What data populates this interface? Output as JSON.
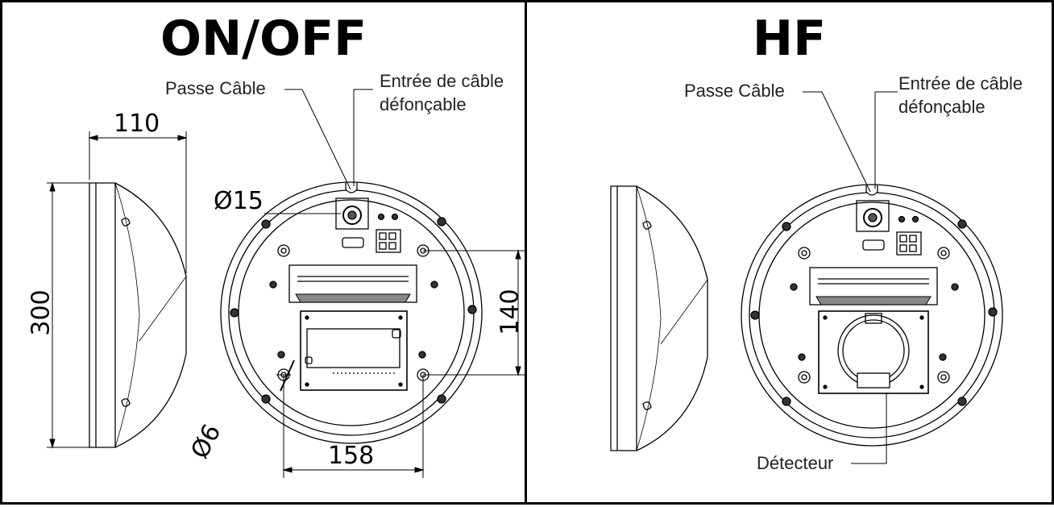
{
  "left": {
    "title": "ON/OFF",
    "labels": {
      "passe_cable": "Passe Câble",
      "entree_line1": "Entrée de câble",
      "entree_line2": "défonçable"
    },
    "dimensions": {
      "depth": "110",
      "height": "300",
      "hole_diameter": "Ø15",
      "fixing_diameter": "Ø6",
      "horizontal_spacing": "158",
      "vertical_spacing": "140"
    }
  },
  "right": {
    "title": "HF",
    "labels": {
      "passe_cable": "Passe Câble",
      "entree_line1": "Entrée de câble",
      "entree_line2": "défonçable",
      "detecteur": "Détecteur"
    }
  }
}
